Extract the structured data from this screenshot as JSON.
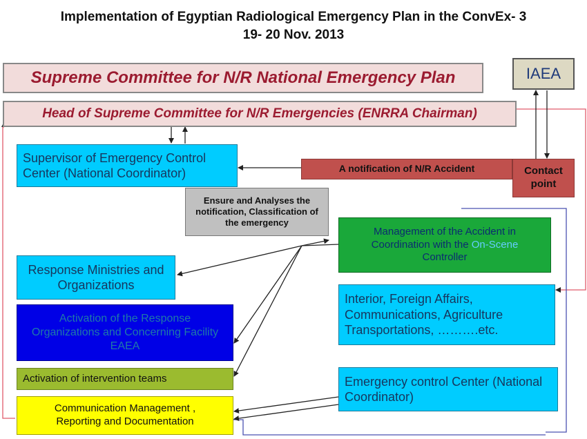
{
  "header": {
    "title": "Implementation of Egyptian Radiological Emergency Plan in the ConvEx- 3",
    "date": "19- 20 Nov. 2013"
  },
  "nodes": {
    "supreme_committee": "Supreme Committee for N/R National Emergency Plan",
    "head_committee": "Head of Supreme Committee for N/R Emergencies (ENRRA Chairman)",
    "iaea": "IAEA",
    "supervisor": "Supervisor of Emergency Control Center (National Coordinator)",
    "notification": "A notification of  N/R Accident",
    "contact_point": "Contact point",
    "ensure_analyses": "Ensure and Analyses the notification, Classification of the emergency",
    "management_accident_a": "Management of the Accident in Coordination with the ",
    "management_accident_b": "On-Scene",
    "management_accident_c": " Controller",
    "response_ministries": "Response Ministries and Organizations",
    "activation_response": "Activation of  the Response Organizations and Concerning Facility EAEA",
    "interior_foreign": "Interior, Foreign Affairs, Communications, Agriculture Transportations, ……….etc.",
    "activation_teams": "Activation of intervention teams",
    "emergency_control": "Emergency control Center (National Coordinator)",
    "communication_mgmt": "Communication Management  , Reporting and Documentation"
  },
  "colors": {
    "pink_fill": "#f2dcdb",
    "dark_red_text": "#9b1b30",
    "iaea_fill": "#ddd9c3",
    "cyan_fill": "#00ccff",
    "red_fill": "#c0504d",
    "gray_fill": "#c0c0c0",
    "green_fill": "#1aa83a",
    "blue_fill": "#0000e6",
    "olive_fill": "#9bbb2f",
    "yellow_fill": "#ffff00"
  }
}
